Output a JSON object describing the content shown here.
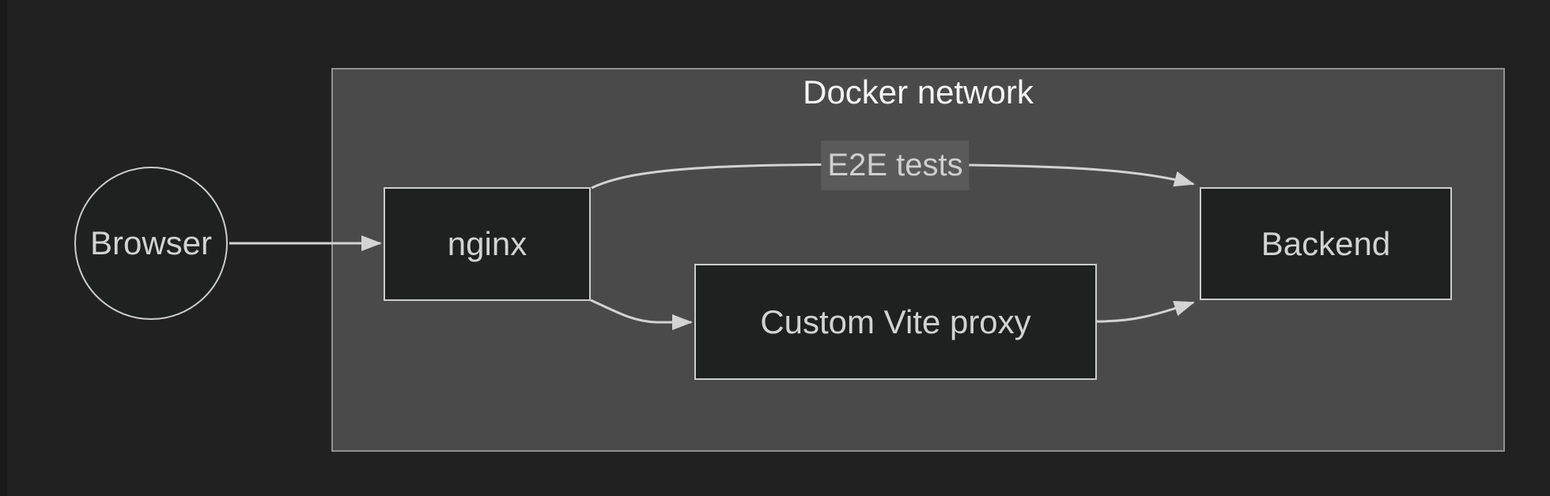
{
  "diagram": {
    "type": "flowchart",
    "cluster": {
      "title": "Docker network"
    },
    "nodes": {
      "browser": {
        "label": "Browser",
        "shape": "circle",
        "inside_cluster": false
      },
      "nginx": {
        "label": "nginx",
        "shape": "rect",
        "inside_cluster": true
      },
      "vite": {
        "label": "Custom Vite proxy",
        "shape": "rect",
        "inside_cluster": true
      },
      "backend": {
        "label": "Backend",
        "shape": "rect",
        "inside_cluster": true
      }
    },
    "edges": [
      {
        "from": "browser",
        "to": "nginx",
        "label": ""
      },
      {
        "from": "nginx",
        "to": "backend",
        "label": "E2E tests"
      },
      {
        "from": "nginx",
        "to": "vite",
        "label": ""
      },
      {
        "from": "vite",
        "to": "backend",
        "label": ""
      }
    ]
  },
  "colors": {
    "background": "#212121",
    "left_strip": "#191919",
    "cluster_fill": "#4a4a4a",
    "cluster_stroke": "#919191",
    "node_fill": "#1f2020",
    "node_stroke": "#cccccc",
    "node_text": "#d2d2d2",
    "title_text": "#f5f5f5",
    "edge": "#d3d3d3",
    "edge_label_bg": "#5a5a5a",
    "edge_label_text": "#cfcfcf"
  }
}
